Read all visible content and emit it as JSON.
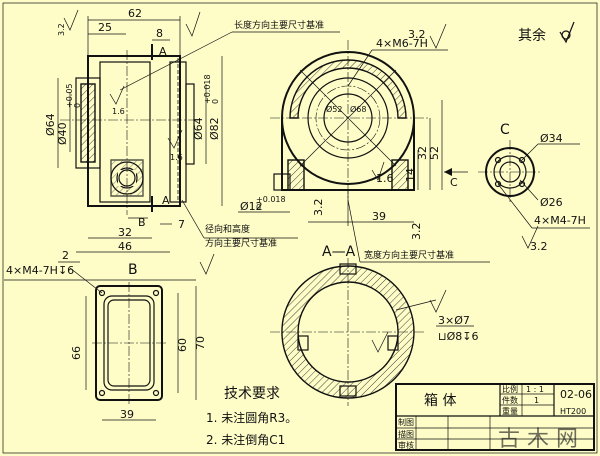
{
  "front_view": {
    "dims": {
      "overall_length": "62",
      "top_left": "25",
      "top_right": "8",
      "height_outer": "Ø64",
      "bore": "Ø40",
      "bore_tol": "+0.05\n0",
      "step_dia": "Ø64",
      "step_tol": "+0.018\n0",
      "outer_dia": "Ø82",
      "base_32": "32",
      "base_46": "46",
      "base_7": "7",
      "left_2": "2",
      "rough_16a": "1.6",
      "rough_16b": "1.6",
      "rough_32": "3.2",
      "hole_12": "Ø12",
      "hole_12_tol": "+0.018\n0"
    },
    "section_marks": {
      "a_top": "A",
      "a_bottom": "A",
      "b_mark": "B"
    },
    "note_length": "长度方向主要尺寸基准",
    "note_radial_1": "径向和高度",
    "note_radial_2": "方向主要尺寸基准"
  },
  "side_view": {
    "thread_note": "4×M6-7H",
    "rough_top": "3.2",
    "dia_inner": "Ø52",
    "dia_pcd": "Ø68",
    "dim_39": "39",
    "dim_32": "32",
    "dim_52": "52",
    "dim_14": "14",
    "dim_16": "1.6",
    "dim_32b": "3.2",
    "view_mark": "C",
    "note_width": "宽度方向主要尺寸基准"
  },
  "view_c": {
    "label": "C",
    "dia_34": "Ø34",
    "dia_26": "Ø26",
    "thread_note": "4×M4-7H",
    "rough": "3.2"
  },
  "view_b": {
    "label": "B",
    "thread_note": "4×M4-7H↧6",
    "dim_66": "66",
    "dim_60": "60",
    "dim_70": "70",
    "dim_39": "39"
  },
  "section_aa": {
    "label": "A—A",
    "hole_note_1": "3×Ø7",
    "hole_note_2": "⊔Ø8↧6"
  },
  "general_roughness": "其余",
  "tech_requirements": {
    "title": "技术要求",
    "item1": "1. 未注圆角R3。",
    "item2": "2. 未注倒角C1"
  },
  "title_block": {
    "part_name": "箱 体",
    "ratio_label": "比例",
    "ratio_value": "1 : 1",
    "qty_label": "件数",
    "qty_value": "1",
    "weight_label": "重量",
    "drawing_no": "02-06",
    "material": "HT200",
    "drawn": "制图",
    "design": "描图",
    "check": "审核"
  },
  "watermark": "古 木 网"
}
